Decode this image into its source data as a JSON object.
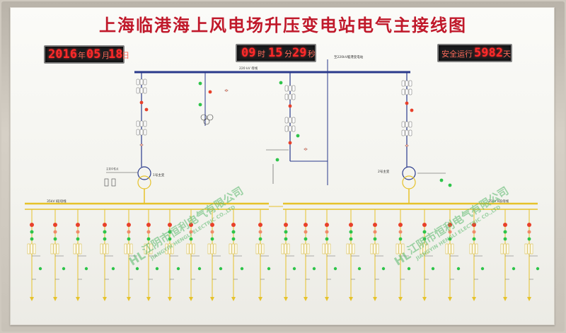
{
  "title": "上海临港海上风电场升压变电站电气主接线图",
  "date_display": {
    "year": "2016",
    "year_unit": "年",
    "month": "05",
    "month_unit": "月",
    "day": "18",
    "day_unit": "日"
  },
  "time_display": {
    "hour": "09",
    "hour_unit": "时",
    "minute": "15",
    "minute_unit": "分",
    "second": "29",
    "second_unit": "秒"
  },
  "safety_display": {
    "label": "安全运行",
    "days": "5982",
    "unit": "天"
  },
  "diagram_labels": {
    "bus_220kv": "220 kV 母线",
    "line_220kv": "至220kV临港变电站",
    "main_transformer_1": "1号主变",
    "main_transformer_2": "2号主变",
    "bus_35kv_1": "35kV I段母线",
    "bus_35kv_2": "35kV II段母线"
  },
  "watermark": {
    "cn": "江阴市恒利电气有限公司",
    "en": "JIANGYIN HENGLI ELECTRIC CO.,LTD",
    "logo": "HL"
  },
  "colors": {
    "title": "#c0182a",
    "led": "#ff2a2a",
    "bus_220kv": "#2a3a8c",
    "bus_35kv": "#e6c22a",
    "breaker_closed": "#e8402a",
    "breaker_open": "#2ec44a"
  }
}
